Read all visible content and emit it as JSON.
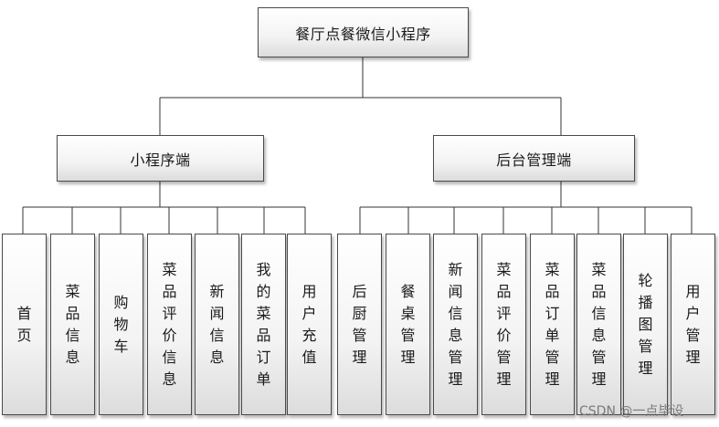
{
  "root": {
    "label": "餐厅点餐微信小程序"
  },
  "branches": [
    {
      "label": "小程序端",
      "children": [
        "首页",
        "菜品信息",
        "购物车",
        "菜品评价信息",
        "新闻信息",
        "我的菜品订单",
        "用户充值"
      ]
    },
    {
      "label": "后台管理端",
      "children": [
        "后厨管理",
        "餐桌管理",
        "新闻信息管理",
        "菜品评价管理",
        "菜品订单管理",
        "菜品信息管理",
        "轮播图管理",
        "用户管理"
      ]
    }
  ],
  "watermark": "CSDN @一点毕设"
}
